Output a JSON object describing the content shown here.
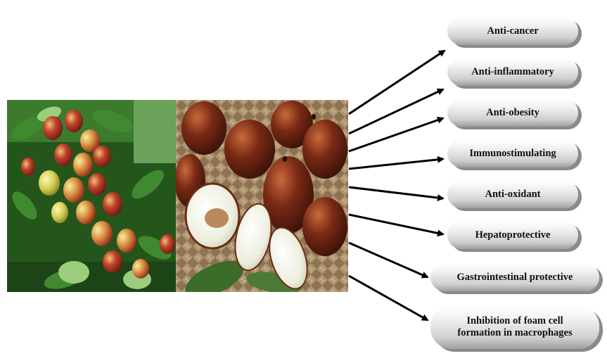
{
  "diagram": {
    "effects": [
      {
        "label": "Anti-cancer"
      },
      {
        "label": "Anti-inflammatory"
      },
      {
        "label": "Anti-obesity"
      },
      {
        "label": "Immunostimulating"
      },
      {
        "label": "Anti-oxidant"
      },
      {
        "label": "Hepatoprotective"
      },
      {
        "label": "Gastrointestinal protective"
      },
      {
        "label": "Inhibition of foam cell",
        "label2": "formation in macrophages"
      }
    ],
    "colors": {
      "arrow": "#000000",
      "pill_shadow": "#8a8a8a",
      "fruit_red": "#a0281c",
      "fruit_green": "#c8c84a",
      "leaf_green": "#2f6b25",
      "basket": "#a08868"
    },
    "images": [
      {
        "name": "jujube-tree-photo"
      },
      {
        "name": "dried-jujube-fruit-photo"
      }
    ]
  }
}
